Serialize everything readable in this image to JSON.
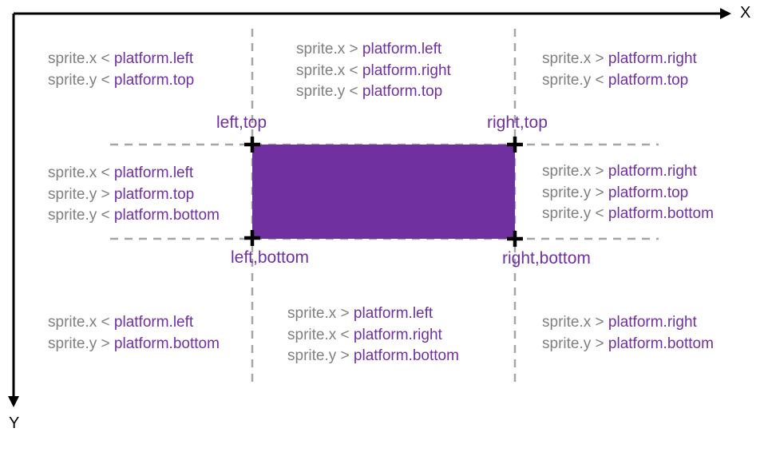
{
  "axes": {
    "x_label": "X",
    "y_label": "Y"
  },
  "colors": {
    "platform_fill": "#7030a0",
    "label_purple": "#7030a0",
    "label_gray": "#808080",
    "guide_line": "#a6a6a6",
    "axis": "#000000"
  },
  "corners": {
    "left_top": "left,top",
    "right_top": "right,top",
    "left_bottom": "left,bottom",
    "right_bottom": "right,bottom"
  },
  "regions": {
    "top_left": [
      {
        "lhs": "sprite.x",
        "op": "<",
        "rhs": "platform.left"
      },
      {
        "lhs": "sprite.y",
        "op": "<",
        "rhs": "platform.top"
      }
    ],
    "top_center": [
      {
        "lhs": "sprite.x",
        "op": ">",
        "rhs": "platform.left"
      },
      {
        "lhs": "sprite.x",
        "op": "<",
        "rhs": "platform.right"
      },
      {
        "lhs": "sprite.y",
        "op": "<",
        "rhs": "platform.top"
      }
    ],
    "top_right": [
      {
        "lhs": "sprite.x",
        "op": ">",
        "rhs": "platform.right"
      },
      {
        "lhs": "sprite.y",
        "op": "<",
        "rhs": "platform.top"
      }
    ],
    "middle_left": [
      {
        "lhs": "sprite.x",
        "op": "<",
        "rhs": "platform.left"
      },
      {
        "lhs": "sprite.y",
        "op": ">",
        "rhs": "platform.top"
      },
      {
        "lhs": "sprite.y",
        "op": "<",
        "rhs": "platform.bottom"
      }
    ],
    "middle_right": [
      {
        "lhs": "sprite.x",
        "op": ">",
        "rhs": "platform.right"
      },
      {
        "lhs": "sprite.y",
        "op": ">",
        "rhs": "platform.top"
      },
      {
        "lhs": "sprite.y",
        "op": "<",
        "rhs": "platform.bottom"
      }
    ],
    "bottom_left": [
      {
        "lhs": "sprite.x",
        "op": "<",
        "rhs": "platform.left"
      },
      {
        "lhs": "sprite.y",
        "op": ">",
        "rhs": "platform.bottom"
      }
    ],
    "bottom_center": [
      {
        "lhs": "sprite.x",
        "op": ">",
        "rhs": "platform.left"
      },
      {
        "lhs": "sprite.x",
        "op": "<",
        "rhs": "platform.right"
      },
      {
        "lhs": "sprite.y",
        "op": ">",
        "rhs": "platform.bottom"
      }
    ],
    "bottom_right": [
      {
        "lhs": "sprite.x",
        "op": ">",
        "rhs": "platform.right"
      },
      {
        "lhs": "sprite.y",
        "op": ">",
        "rhs": "platform.bottom"
      }
    ]
  }
}
